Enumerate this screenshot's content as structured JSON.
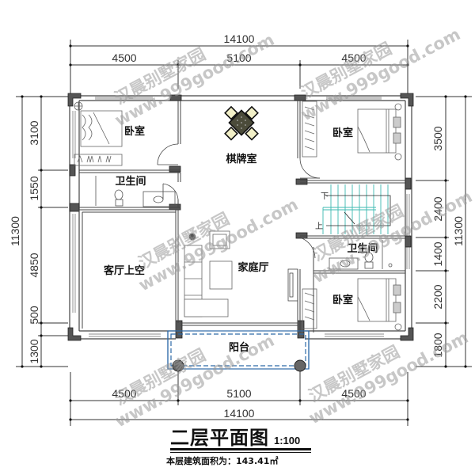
{
  "plan": {
    "title": "二层平面图",
    "scale": "1:100",
    "area_text": "本层建筑面积为：143.41㎡"
  },
  "dimensions": {
    "top_total": "14100",
    "top_segments": [
      "4500",
      "5100",
      "4500"
    ],
    "bottom_total": "14100",
    "bottom_segments": [
      "4500",
      "5100",
      "4500"
    ],
    "left_total": "11300",
    "left_segments": [
      "3100",
      "1550",
      "4850",
      "500",
      "1300"
    ],
    "right_total": "11300",
    "right_segments": [
      "3500",
      "2400",
      "1400",
      "2200",
      "1800"
    ]
  },
  "rooms": {
    "bedroom_nw": "卧室",
    "bathroom_w": "卫生间",
    "living_void": "客厅上空",
    "chess_room": "棋牌室",
    "family_hall": "家庭厅",
    "balcony": "阳台",
    "bedroom_ne": "卧室",
    "bathroom_e": "卫生间",
    "bedroom_se": "卧室"
  },
  "stairs": {
    "down": "下",
    "up": "上"
  },
  "watermark": {
    "cn": "汉晨别墅家园",
    "url": "www.999good.com"
  },
  "colors": {
    "wall": "#555555",
    "line": "#333333",
    "stair": "#3bb8b0",
    "balcony_rail": "#2e6aa8",
    "table": "#4b4b3a",
    "chair": "#f2f0c8"
  }
}
